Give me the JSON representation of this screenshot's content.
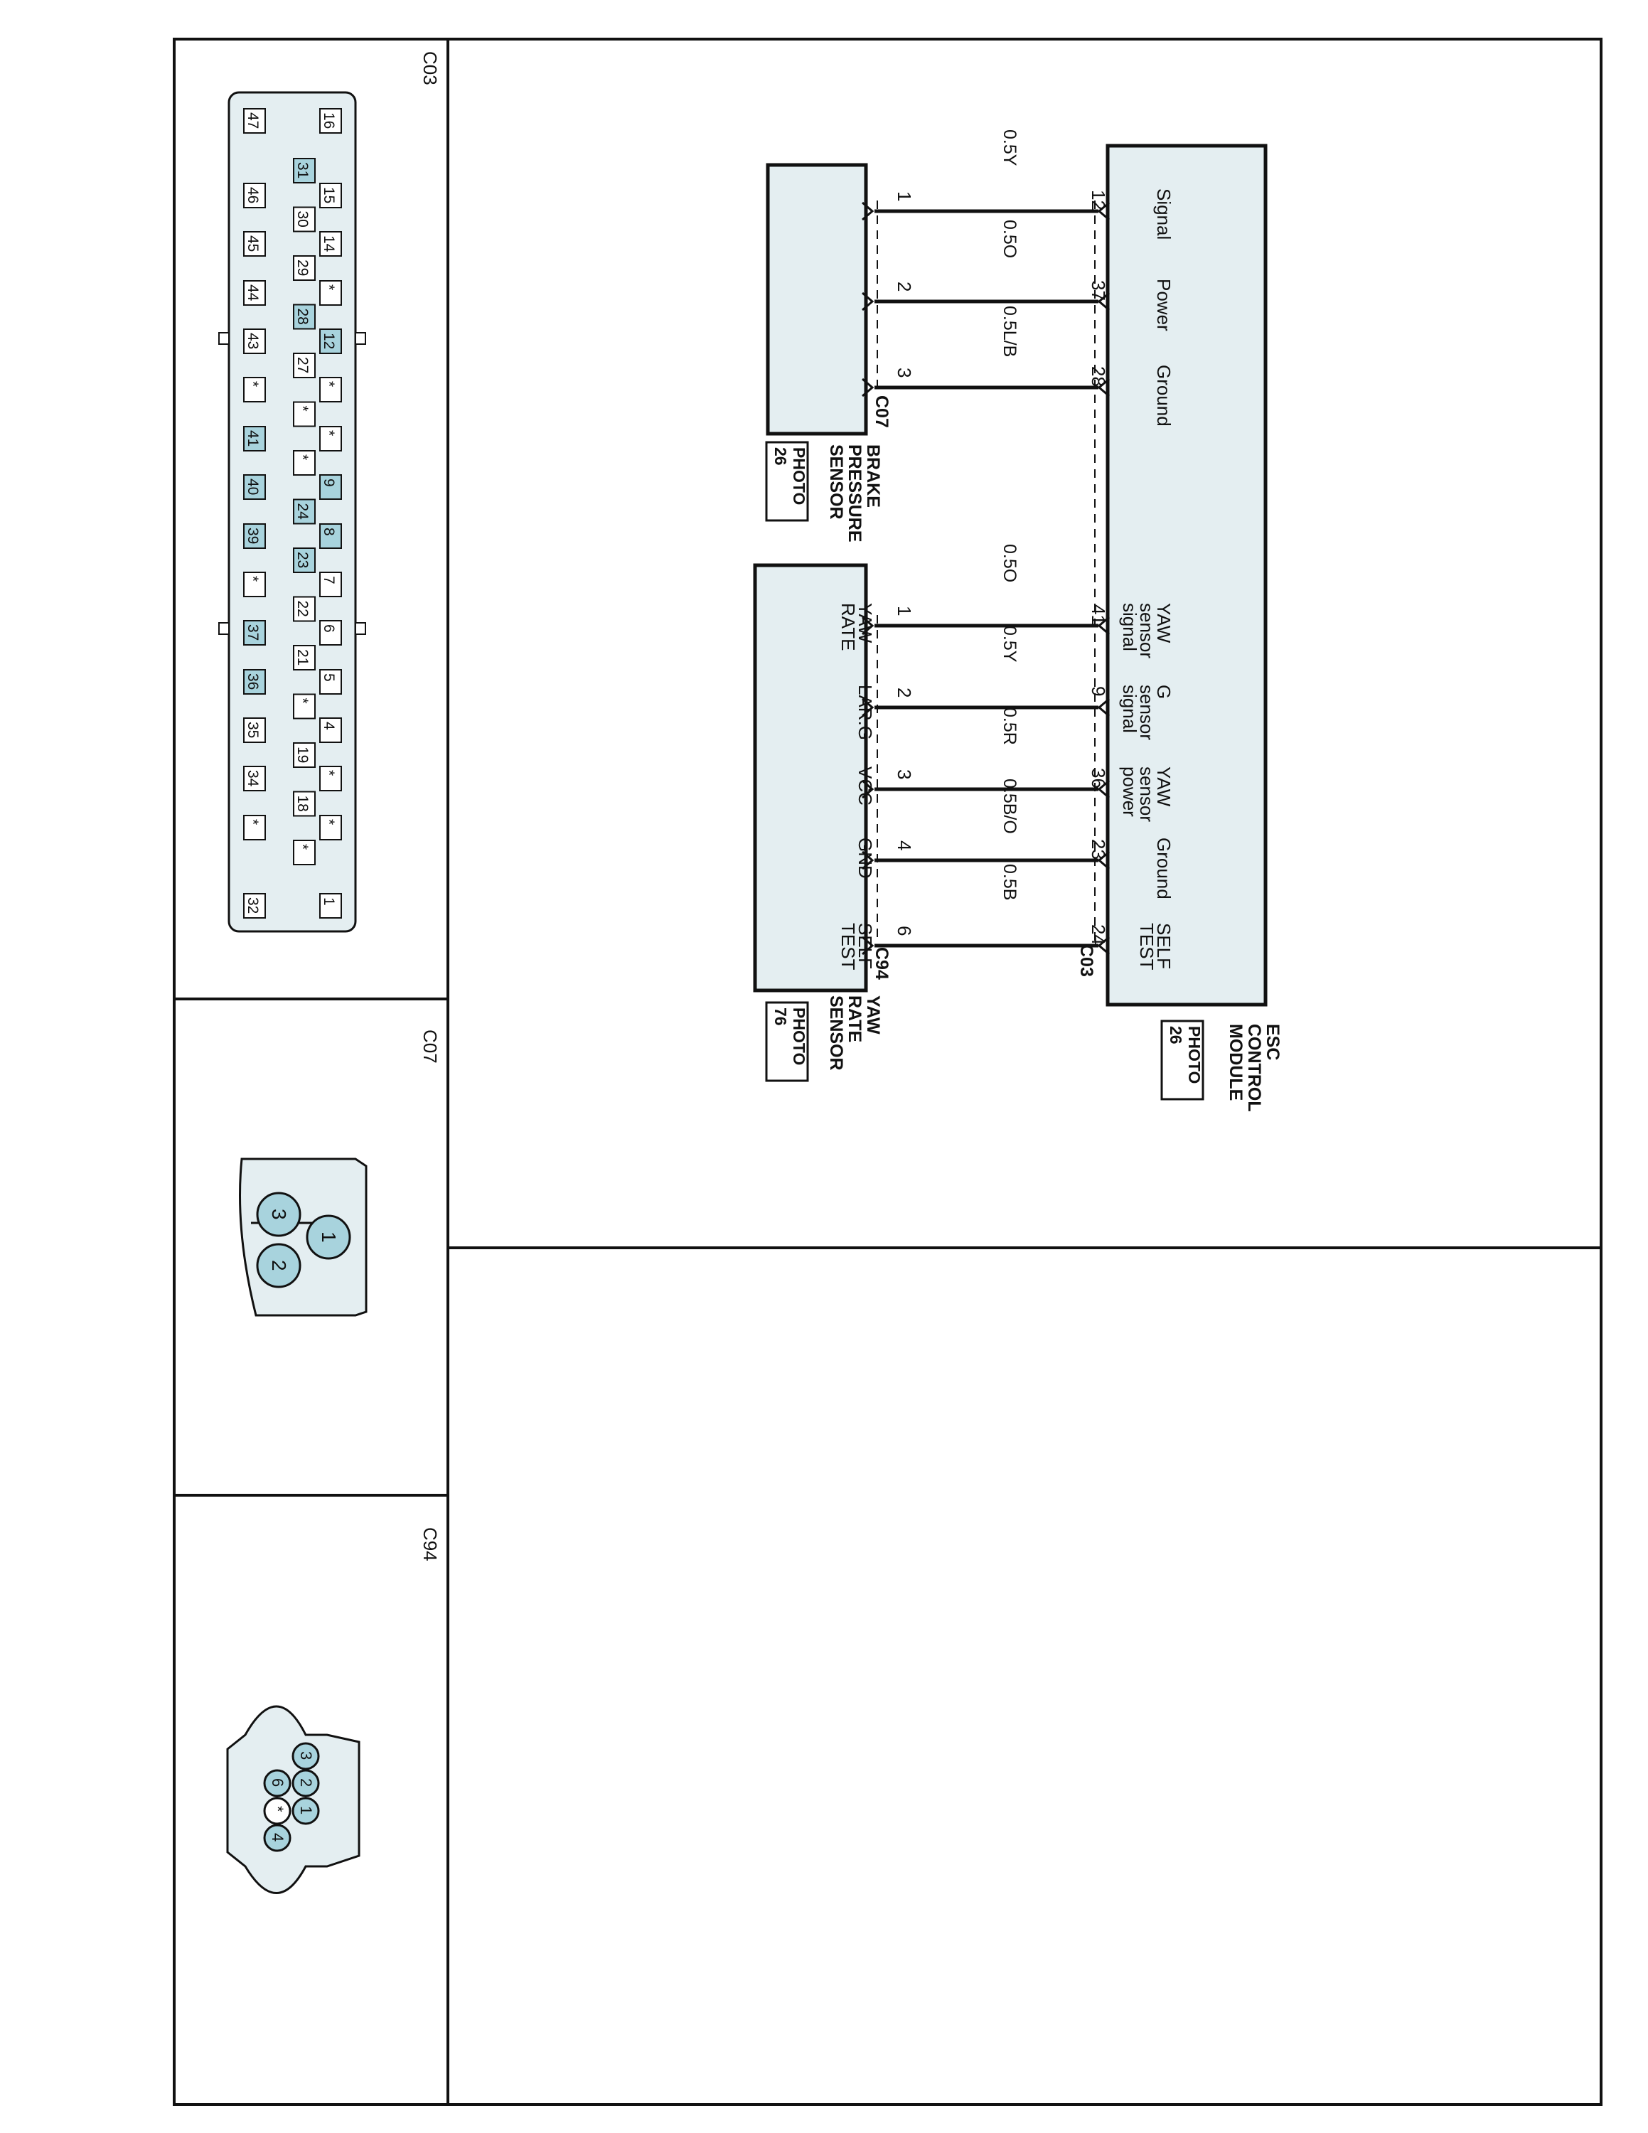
{
  "esc_module": {
    "name_lines": [
      "ESC",
      "CONTROL",
      "MODULE"
    ],
    "photo_label": "PHOTO",
    "photo_number": "26",
    "connector_id": "C03"
  },
  "brake_sensor": {
    "name_lines": [
      "BRAKE",
      "PRESSURE",
      "SENSOR"
    ],
    "photo_label": "PHOTO",
    "photo_number": "26",
    "connector_id": "C07"
  },
  "yaw_sensor": {
    "name_lines": [
      "YAW",
      "RATE",
      "SENSOR"
    ],
    "photo_label": "PHOTO",
    "photo_number": "76",
    "connector_id": "C94"
  },
  "brake_circuits": [
    {
      "module_pin": "12",
      "module_func": [
        "Signal"
      ],
      "wire": "0.5Y",
      "sensor_pin": "1"
    },
    {
      "module_pin": "37",
      "module_func": [
        "Power"
      ],
      "wire": "0.5O",
      "sensor_pin": "2"
    },
    {
      "module_pin": "28",
      "module_func": [
        "Ground"
      ],
      "wire": "0.5L/B",
      "sensor_pin": "3"
    }
  ],
  "yaw_circuits": [
    {
      "module_pin": "41",
      "module_func": [
        "YAW",
        "sensor",
        "signal"
      ],
      "wire": "0.5O",
      "sensor_pin": "1",
      "sensor_func": [
        "YAW",
        "RATE"
      ]
    },
    {
      "module_pin": "9",
      "module_func": [
        "G",
        "sensor",
        "signal"
      ],
      "wire": "0.5Y",
      "sensor_pin": "2",
      "sensor_func": [
        "LAR.G"
      ]
    },
    {
      "module_pin": "36",
      "module_func": [
        "YAW",
        "sensor",
        "power"
      ],
      "wire": "0.5R",
      "sensor_pin": "3",
      "sensor_func": [
        "VCC"
      ]
    },
    {
      "module_pin": "23",
      "module_func": [
        "Ground"
      ],
      "wire": "0.5B/O",
      "sensor_pin": "4",
      "sensor_func": [
        "GND"
      ]
    },
    {
      "module_pin": "24",
      "module_func": [
        "SELF",
        "TEST"
      ],
      "wire": "0.5B",
      "sensor_pin": "6",
      "sensor_func": [
        "SELF",
        "TEST"
      ]
    }
  ],
  "connector_views": {
    "c03": {
      "title": "C03",
      "row_outer_a": [
        "16",
        "15",
        "14",
        "*",
        "12",
        "*",
        "*",
        "9",
        "8",
        "7",
        "6",
        "5",
        "4",
        "*",
        "*",
        "1"
      ],
      "row_inner": [
        "31",
        "30",
        "29",
        "28",
        "27",
        "*",
        "*",
        "24",
        "23",
        "22",
        "21",
        "*",
        "19",
        "18",
        "*"
      ],
      "row_outer_b": [
        "47",
        "46",
        "45",
        "44",
        "43",
        "*",
        "41",
        "40",
        "39",
        "*",
        "37",
        "36",
        "35",
        "34",
        "*",
        "32"
      ],
      "used_pins": [
        "12",
        "9",
        "8",
        "28",
        "24",
        "23",
        "41",
        "40",
        "39",
        "37",
        "36",
        "31"
      ]
    },
    "c07": {
      "title": "C07",
      "pins": [
        "1",
        "2",
        "3"
      ]
    },
    "c94": {
      "title": "C94",
      "pins": [
        "1",
        "2",
        "3",
        "4",
        "*",
        "6"
      ]
    }
  },
  "colors": {
    "connector_fill": "#e4eef1",
    "pin_fill": "#a8d3dd"
  }
}
